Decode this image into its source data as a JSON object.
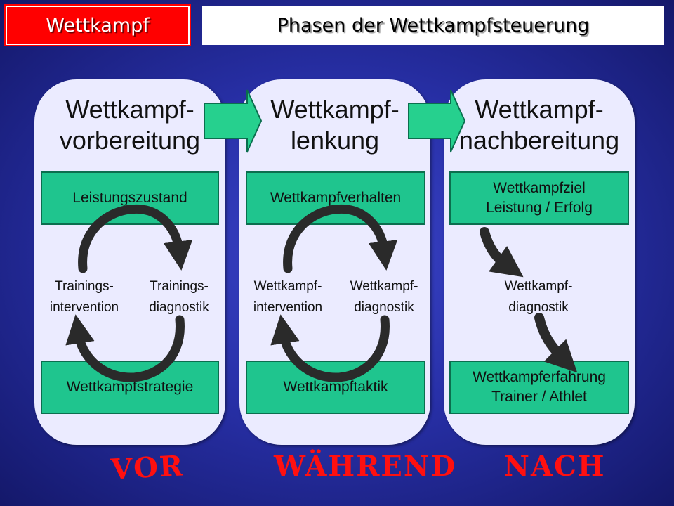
{
  "header": {
    "tag": "Wettkampf",
    "title": "Phasen der Wettkampfsteuerung"
  },
  "columns": [
    {
      "title_line1": "Wettkampf-",
      "title_line2": "vorbereitung",
      "top_box": "Leistungszustand",
      "left_label_1": "Trainings-",
      "left_label_2": "intervention",
      "right_label_1": "Trainings-",
      "right_label_2": "diagnostik",
      "bottom_box": "Wettkampfstrategie"
    },
    {
      "title_line1": "Wettkampf-",
      "title_line2": "lenkung",
      "top_box": "Wettkampfverhalten",
      "left_label_1": "Wettkampf-",
      "left_label_2": "intervention",
      "right_label_1": "Wettkampf-",
      "right_label_2": "diagnostik",
      "bottom_box": "Wettkampftaktik"
    },
    {
      "title_line1": "Wettkampf-",
      "title_line2": "nachbereitung",
      "top_box_1": "Wettkampfziel",
      "top_box_2": "Leistung / Erfolg",
      "mid_label_1": "Wettkampf-",
      "mid_label_2": "diagnostik",
      "bottom_box_1": "Wettkampferfahrung",
      "bottom_box_2": "Trainer / Athlet"
    }
  ],
  "bottom_labels": {
    "vor": "VOR",
    "waehrend": "WÄHREND",
    "nach": "NACH"
  },
  "colors": {
    "background": "#2830a8",
    "tag": "#ff0000",
    "panel": "#ebebff",
    "box": "#1fc58e",
    "arrow": "#26d08e",
    "cycle_arrow": "#2a2a2a",
    "bottom_text": "#ff1010"
  }
}
